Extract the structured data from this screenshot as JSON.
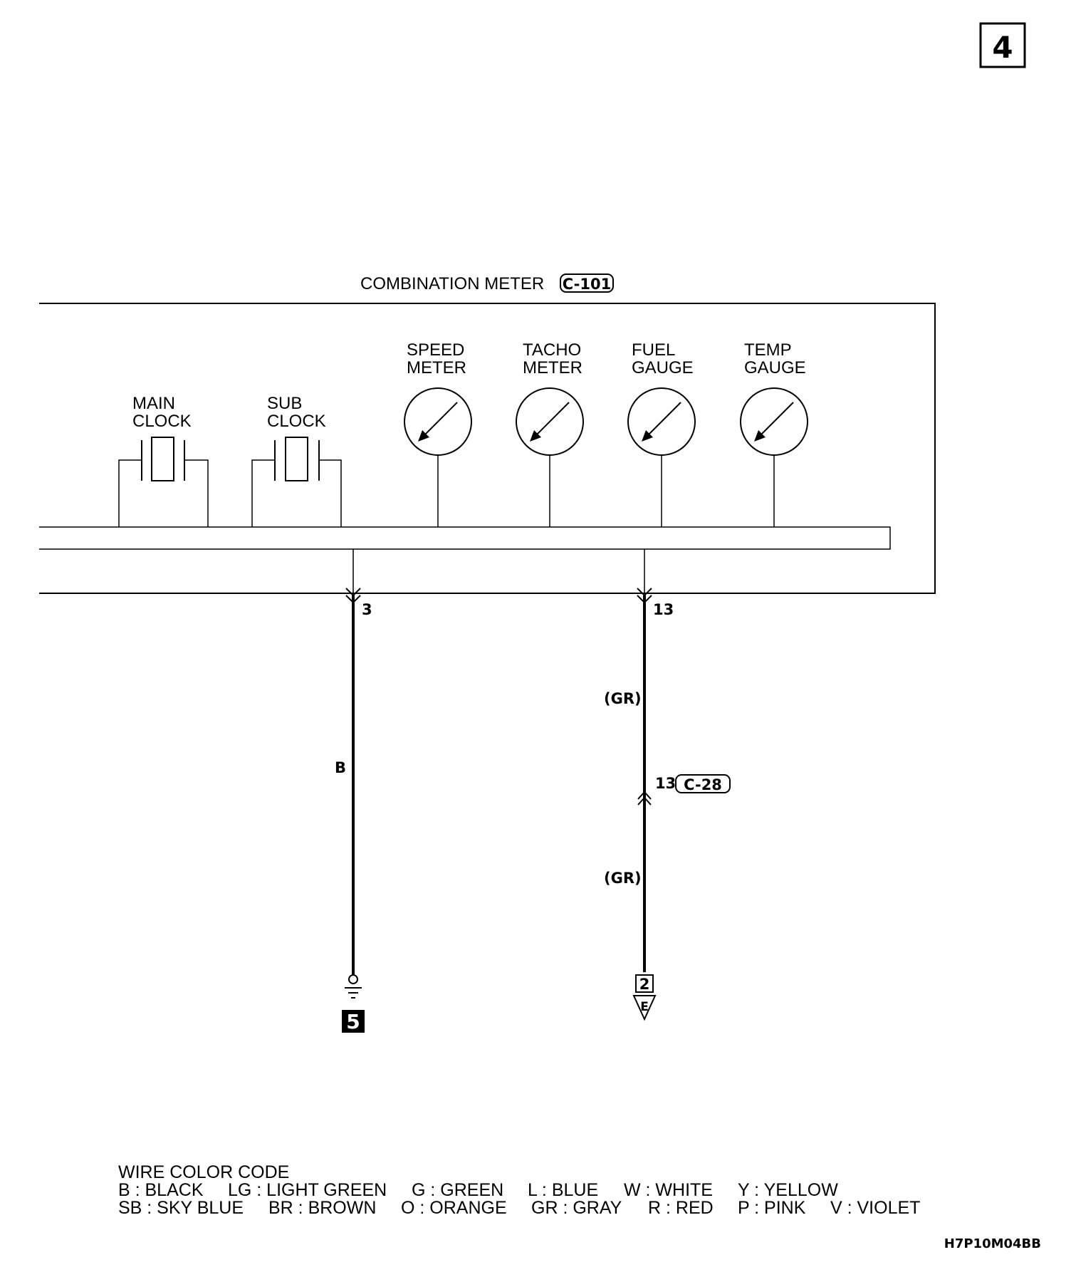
{
  "page_number": "4",
  "drawing_code": "H7P10M04BB",
  "component": {
    "name": "COMBINATION METER",
    "connector": "C-101"
  },
  "clocks": [
    {
      "line1": "MAIN",
      "line2": "CLOCK"
    },
    {
      "line1": "SUB",
      "line2": "CLOCK"
    }
  ],
  "gauges": [
    {
      "line1": "SPEED",
      "line2": "METER"
    },
    {
      "line1": "TACHO",
      "line2": "METER"
    },
    {
      "line1": "FUEL",
      "line2": "GAUGE"
    },
    {
      "line1": "TEMP",
      "line2": "GAUGE"
    }
  ],
  "pins": {
    "left": {
      "pin": "3",
      "wire_color": "B",
      "ground_ref": "5"
    },
    "right": {
      "pin": "13",
      "wire_color_upper": "(GR)",
      "wire_color_lower": "(GR)",
      "intermediate_pin": "13",
      "intermediate_connector": "C-28",
      "ref_number": "2",
      "ref_letter": "E"
    }
  },
  "legend": {
    "title": "WIRE COLOR CODE",
    "row1": [
      "B : BLACK",
      "LG : LIGHT GREEN",
      "G : GREEN",
      "L : BLUE",
      "W : WHITE",
      "Y : YELLOW"
    ],
    "row2": [
      "SB : SKY BLUE",
      "BR : BROWN",
      "O : ORANGE",
      "GR : GRAY",
      "R : RED",
      "P : PINK",
      "V : VIOLET"
    ]
  }
}
